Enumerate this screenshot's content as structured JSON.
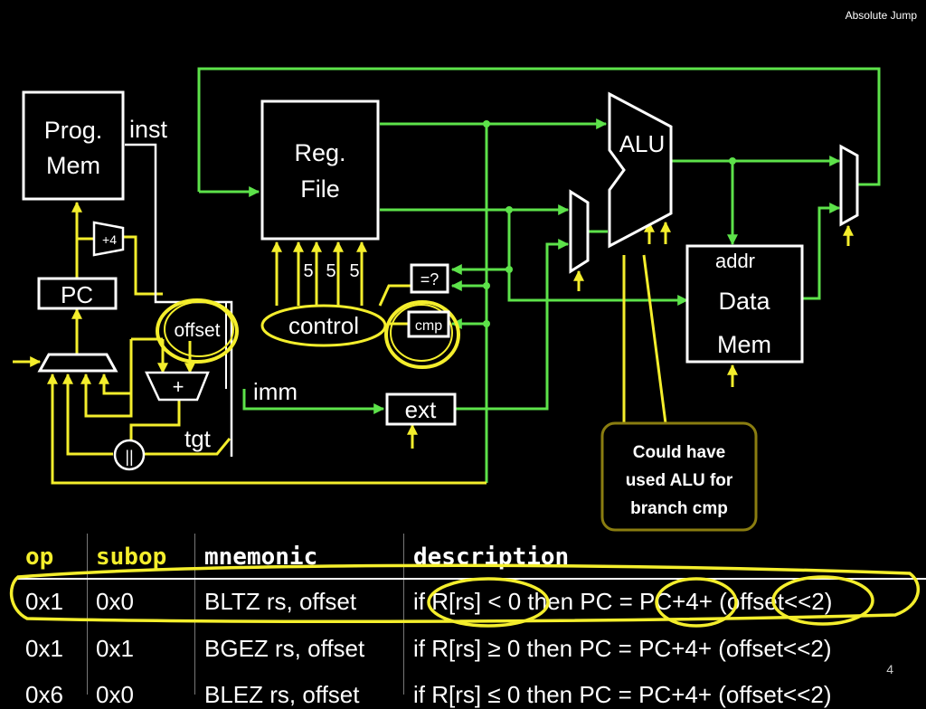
{
  "slide": {
    "title": "Absolute Jump",
    "page_number": "4"
  },
  "diagram": {
    "prog_mem": [
      "Prog.",
      "Mem"
    ],
    "inst_label": "inst",
    "plus4": "+4",
    "pc": "PC",
    "offset": "offset",
    "adder": "+",
    "or_gate": "||",
    "tgt": "tgt",
    "reg_file": [
      "Reg.",
      "File"
    ],
    "reg_bits": [
      "5",
      "5",
      "5"
    ],
    "control": "control",
    "eq_box": "=?",
    "cmp_box": "cmp",
    "imm": "imm",
    "ext": "ext",
    "alu": "ALU",
    "addr": "addr",
    "data_mem": [
      "Data",
      "Mem"
    ],
    "callout": [
      "Could have",
      "used ALU for",
      "branch cmp"
    ]
  },
  "table": {
    "headers": [
      "op",
      "subop",
      "mnemonic",
      "description"
    ],
    "rows": [
      [
        "0x1",
        "0x0",
        "BLTZ rs, offset",
        "if R[rs] < 0 then PC = PC+4+ (offset<<2)"
      ],
      [
        "0x1",
        "0x1",
        "BGEZ rs, offset",
        "if R[rs] ≥ 0 then PC = PC+4+ (offset<<2)"
      ],
      [
        "0x6",
        "0x0",
        "BLEZ rs, offset",
        "if R[rs] ≤ 0 then PC = PC+4+ (offset<<2)"
      ]
    ]
  },
  "colors": {
    "background": "#000000",
    "datapath": "#5de24a",
    "control_path": "#f4ee2c",
    "header": "#f4ee2c",
    "callout_border": "#8a7d10"
  }
}
